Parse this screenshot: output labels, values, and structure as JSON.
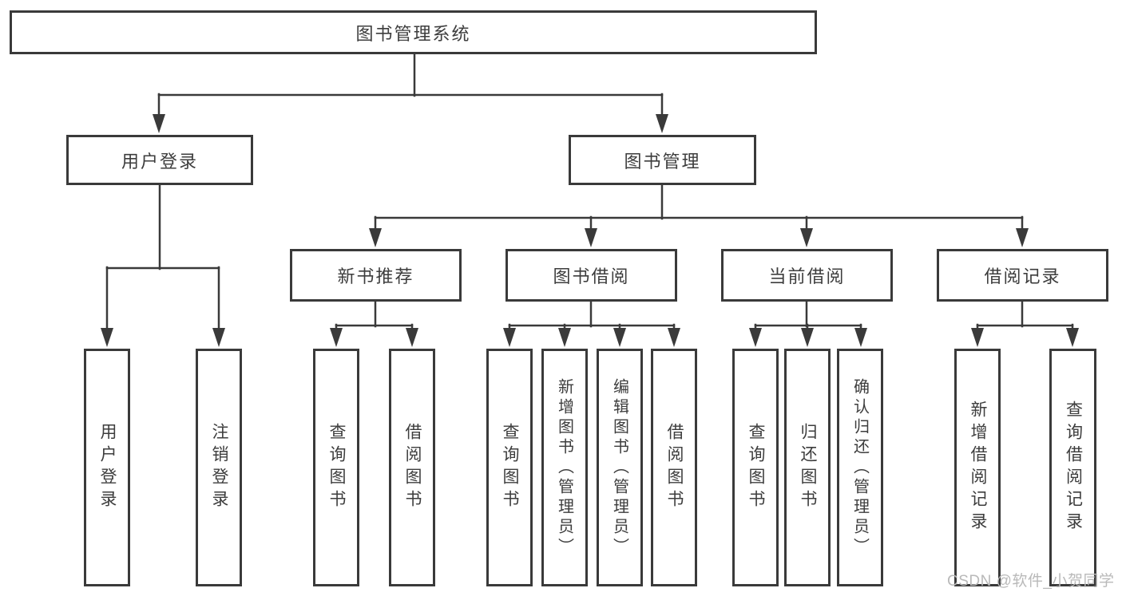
{
  "diagram": {
    "root": "图书管理系统",
    "level2": [
      "用户登录",
      "图书管理"
    ],
    "level3": [
      "新书推荐",
      "图书借阅",
      "当前借阅",
      "借阅记录"
    ],
    "leaves": {
      "user_login": [
        "用户登录",
        "注销登录"
      ],
      "new_book": [
        "查询图书",
        "借阅图书"
      ],
      "book_borrow": [
        "查询图书",
        "新增图书（管理员）",
        "编辑图书（管理员）",
        "借阅图书"
      ],
      "current_borrow": [
        "查询图书",
        "归还图书",
        "确认归还（管理员）"
      ],
      "borrow_records": [
        "新增借阅记录",
        "查询借阅记录"
      ]
    }
  },
  "watermark": "CSDN @软件_小贺同学",
  "colors": {
    "line": "#3a3a3a",
    "text": "#3d3d3d",
    "background": "#ffffff",
    "watermark": "#b9b9b9"
  }
}
